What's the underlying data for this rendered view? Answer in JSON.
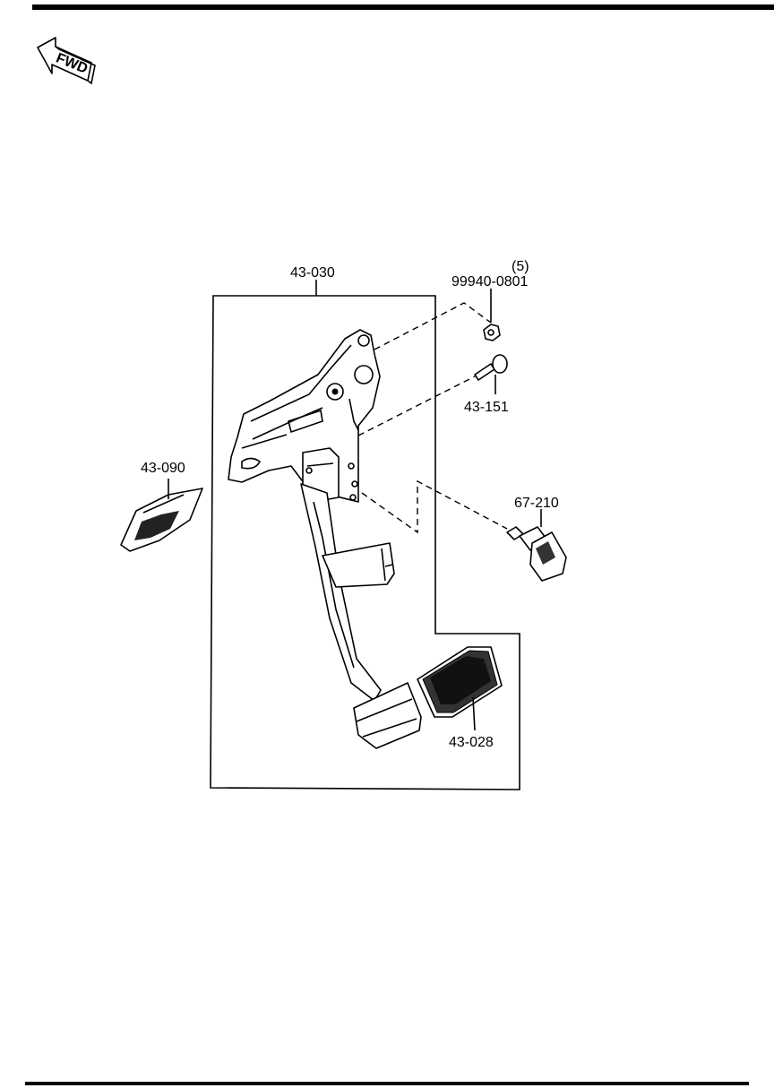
{
  "fwd_arrow": {
    "text": "FWD"
  },
  "callouts": {
    "pedal_assembly": "43-030",
    "nut_part": "99940-0801",
    "nut_qty": "(5)",
    "bolt": "43-151",
    "switch": "67-210",
    "bracket": "43-090",
    "pad": "43-028"
  }
}
